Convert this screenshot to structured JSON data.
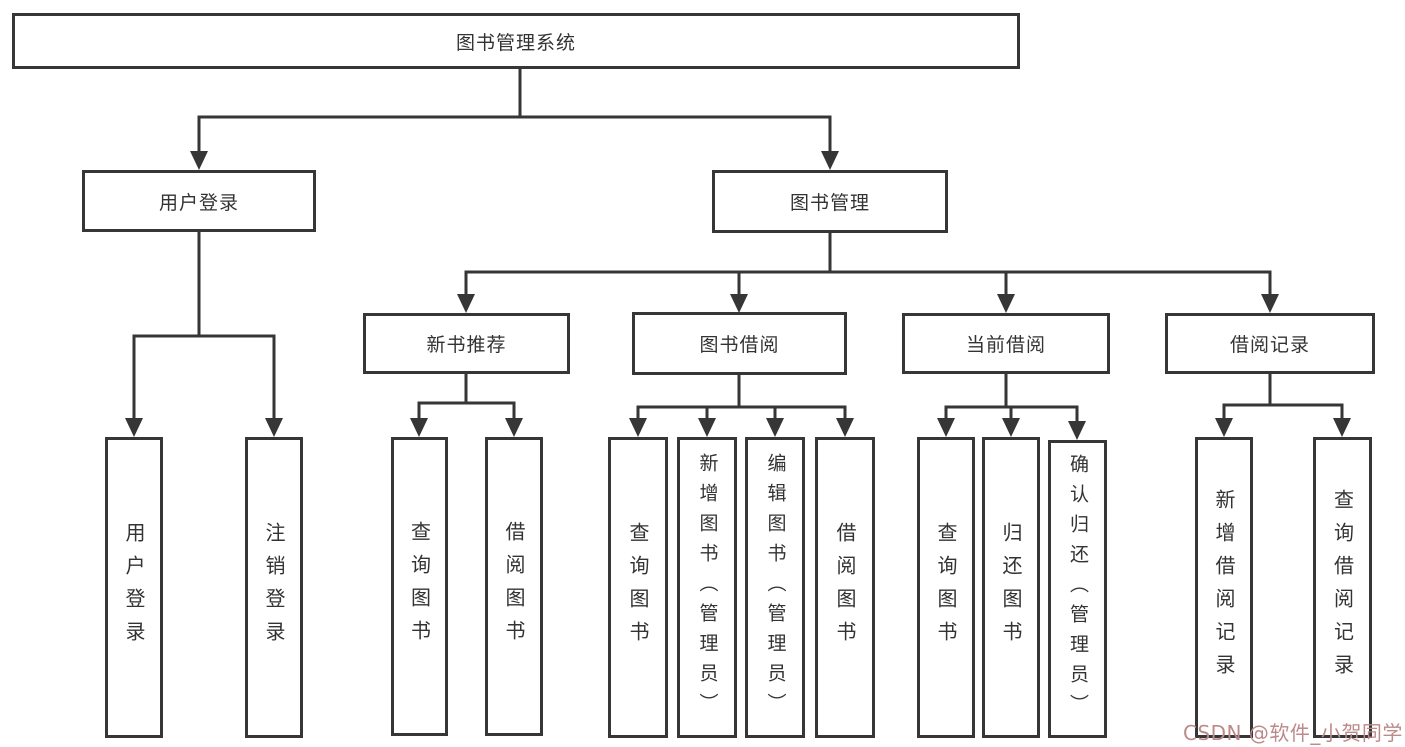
{
  "tree": {
    "root": "图书管理系统",
    "children": [
      {
        "label": "用户登录",
        "children": [
          {
            "label": "用户登录"
          },
          {
            "label": "注销登录"
          }
        ]
      },
      {
        "label": "图书管理",
        "children": [
          {
            "label": "新书推荐",
            "children": [
              {
                "label": "查询图书"
              },
              {
                "label": "借阅图书"
              }
            ]
          },
          {
            "label": "图书借阅",
            "children": [
              {
                "label": "查询图书"
              },
              {
                "label": "新增图书（管理员）"
              },
              {
                "label": "编辑图书（管理员）"
              },
              {
                "label": "借阅图书"
              }
            ]
          },
          {
            "label": "当前借阅",
            "children": [
              {
                "label": "查询图书"
              },
              {
                "label": "归还图书"
              },
              {
                "label": "确认归还（管理员）"
              }
            ]
          },
          {
            "label": "借阅记录",
            "children": [
              {
                "label": "新增借阅记录"
              },
              {
                "label": "查询借阅记录"
              }
            ]
          }
        ]
      }
    ]
  },
  "watermark": {
    "text": "CSDN @软件_小贺同学",
    "color": "#bd8a8a"
  },
  "colors": {
    "line": "#363636",
    "box_border": "#363636",
    "text": "#333333",
    "background": "#ffffff"
  }
}
